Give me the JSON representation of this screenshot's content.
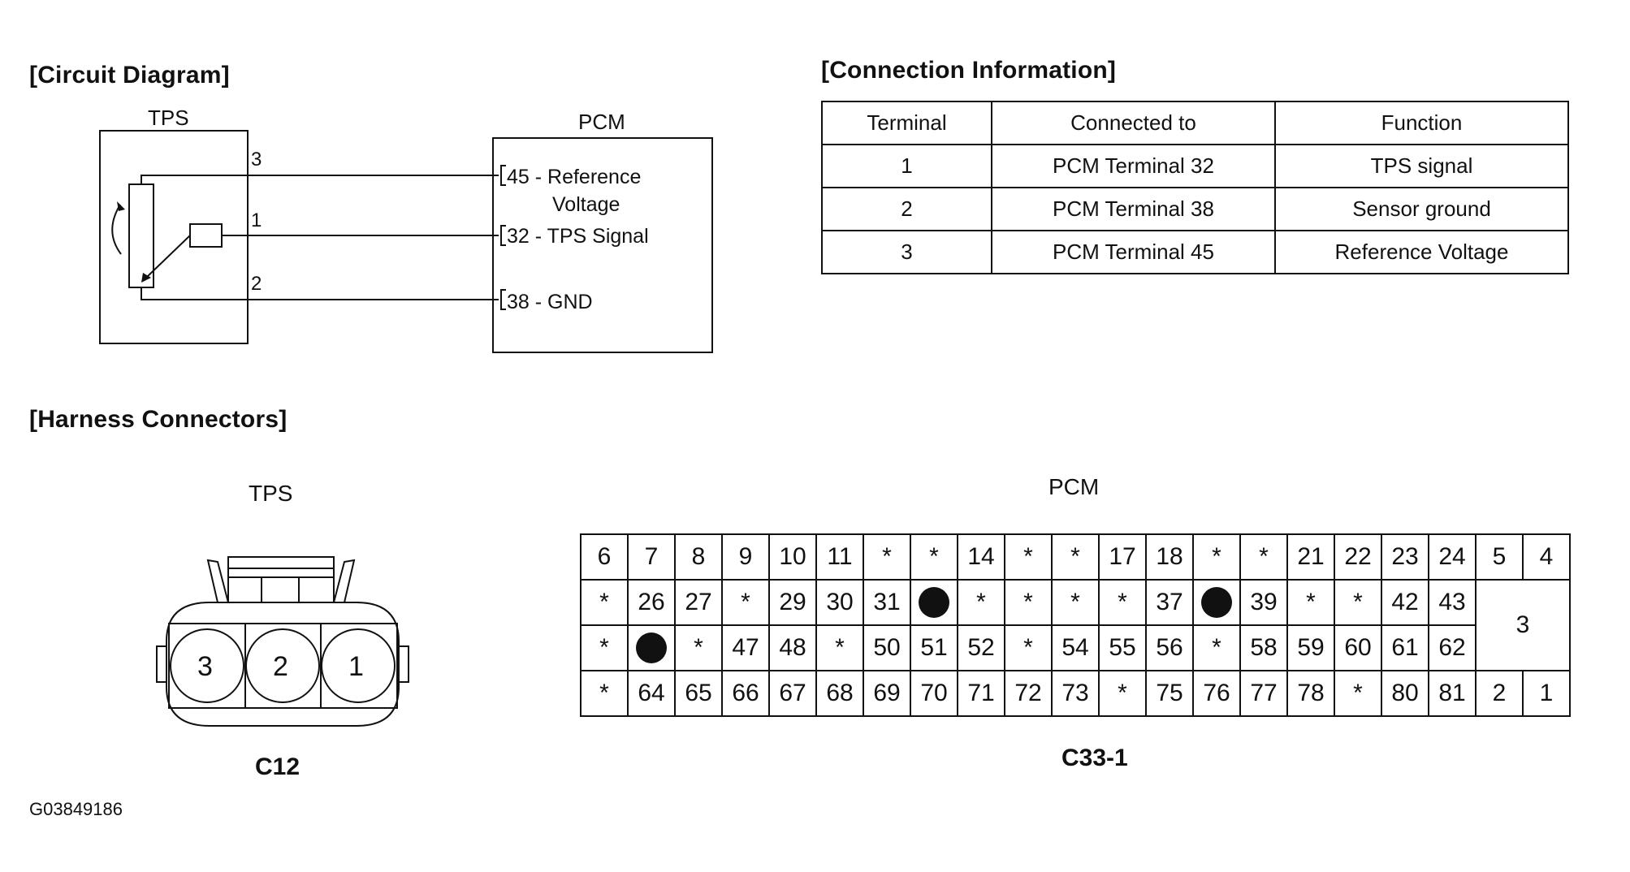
{
  "sections": {
    "circuit_diagram": "[Circuit Diagram]",
    "connection_information": "[Connection Information]",
    "harness_connectors": "[Harness Connectors]"
  },
  "circuit": {
    "tps_label": "TPS",
    "pcm_label": "PCM",
    "tps_pins": [
      "3",
      "1",
      "2"
    ],
    "pcm_terminals": [
      {
        "line1": "45 - Reference",
        "line2": "Voltage"
      },
      {
        "line1": "32 - TPS Signal"
      },
      {
        "line1": "38 - GND"
      }
    ]
  },
  "connection_table": {
    "headers": [
      "Terminal",
      "Connected to",
      "Function"
    ],
    "rows": [
      [
        "1",
        "PCM Terminal 32",
        "TPS signal"
      ],
      [
        "2",
        "PCM Terminal 38",
        "Sensor ground"
      ],
      [
        "3",
        "PCM Terminal 45",
        "Reference Voltage"
      ]
    ]
  },
  "harness": {
    "tps": {
      "label": "TPS",
      "pins": [
        "3",
        "2",
        "1"
      ],
      "connector_id": "C12"
    },
    "pcm": {
      "label": "PCM",
      "connector_id": "C33-1",
      "rows": [
        [
          "6",
          "7",
          "8",
          "9",
          "10",
          "11",
          "*",
          "*",
          "14",
          "*",
          "*",
          "17",
          "18",
          "*",
          "*",
          "21",
          "22",
          "23",
          "24",
          "5",
          "4"
        ],
        [
          "*",
          "26",
          "27",
          "*",
          "29",
          "30",
          "31",
          "●",
          "*",
          "*",
          "*",
          "*",
          "37",
          "●",
          "39",
          "*",
          "*",
          "42",
          "43",
          "3"
        ],
        [
          "*",
          "●",
          "*",
          "47",
          "48",
          "*",
          "50",
          "51",
          "52",
          "*",
          "54",
          "55",
          "56",
          "*",
          "58",
          "59",
          "60",
          "61",
          "62"
        ],
        [
          "*",
          "64",
          "65",
          "66",
          "67",
          "68",
          "69",
          "70",
          "71",
          "72",
          "73",
          "*",
          "75",
          "76",
          "77",
          "78",
          "*",
          "80",
          "81",
          "2",
          "1"
        ]
      ]
    }
  },
  "figure_id": "G03849186"
}
